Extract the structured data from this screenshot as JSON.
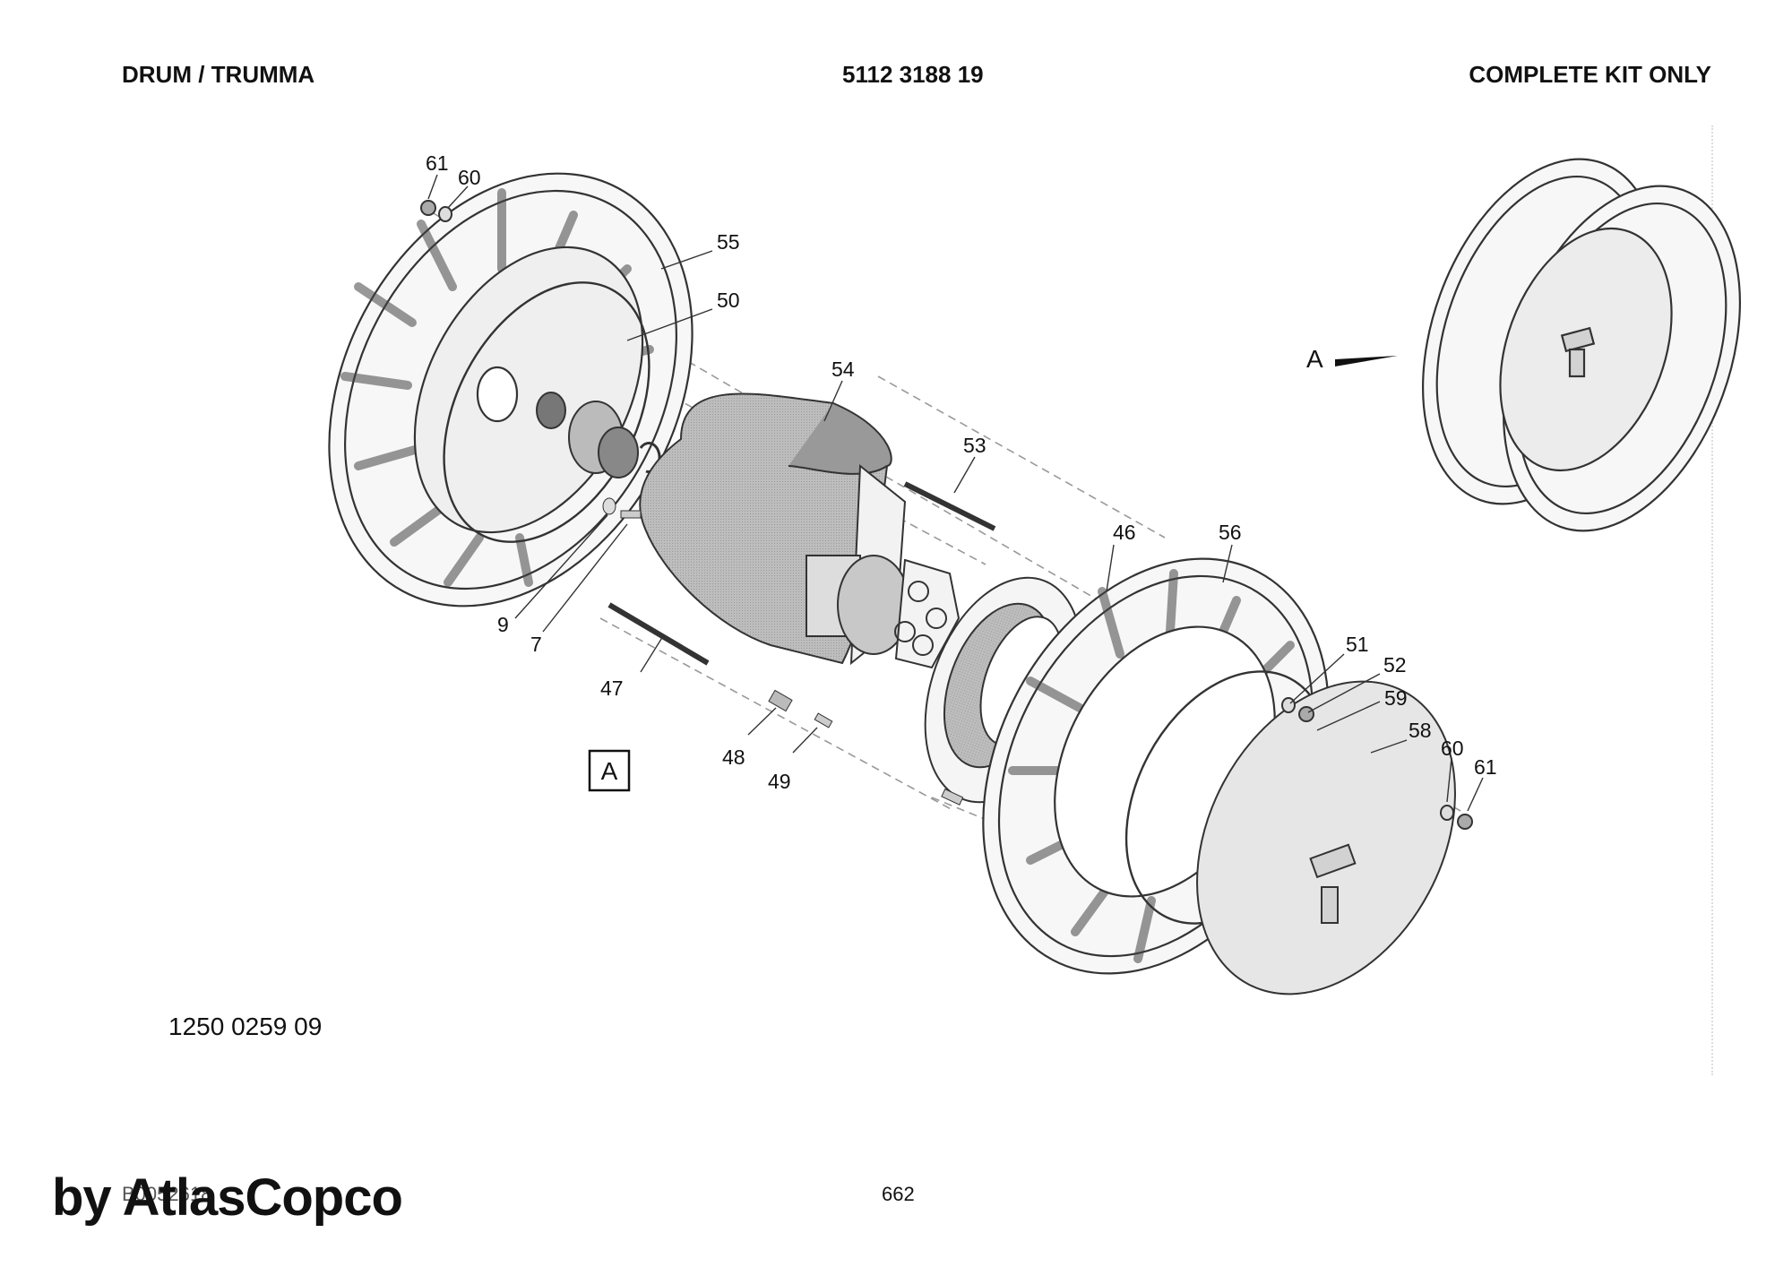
{
  "header": {
    "title": "DRUM / TRUMMA",
    "drawing_number": "5112 3188 19",
    "note": "COMPLETE KIT ONLY"
  },
  "callouts": {
    "c61a": "61",
    "c60a": "60",
    "c55": "55",
    "c50": "50",
    "c54": "54",
    "c53": "53",
    "c46": "46",
    "c56": "56",
    "c51": "51",
    "c52": "52",
    "c59": "59",
    "c58": "58",
    "c60b": "60",
    "c61b": "61",
    "c9": "9",
    "c7": "7",
    "c47": "47",
    "c48": "48",
    "c49": "49"
  },
  "view": {
    "label_box": "A",
    "arrow_label": "A"
  },
  "footer": {
    "part_number": "1250 0259 09",
    "doc_code": "B0052618",
    "page": "662",
    "watermark": "by AtlasCopco"
  }
}
